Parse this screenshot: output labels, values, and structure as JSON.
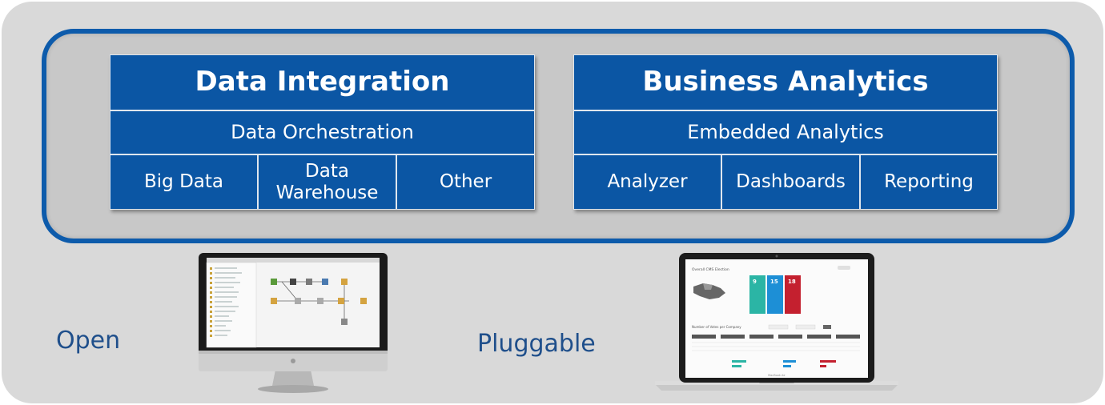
{
  "data_integration": {
    "title": "Data Integration",
    "subtitle": "Data Orchestration",
    "items": [
      "Big Data",
      "Data\nWarehouse",
      "Other"
    ]
  },
  "business_analytics": {
    "title": "Business Analytics",
    "subtitle": "Embedded Analytics",
    "items": [
      "Analyzer",
      "Dashboards",
      "Reporting"
    ]
  },
  "labels": {
    "open": "Open",
    "pluggable": "Pluggable"
  },
  "laptop_screen": {
    "title": "Overall CMS Election",
    "stats": [
      "9",
      "15",
      "18"
    ],
    "section_title": "Number of Votes per Company",
    "brand": "MacBook Air"
  },
  "colors": {
    "primary_blue": "#0b56a4",
    "frame_blue": "#0d5bab",
    "teal": "#2bb5a5",
    "blue": "#1d8fd6",
    "red": "#c4202f",
    "label_text": "#1f4f8b"
  }
}
